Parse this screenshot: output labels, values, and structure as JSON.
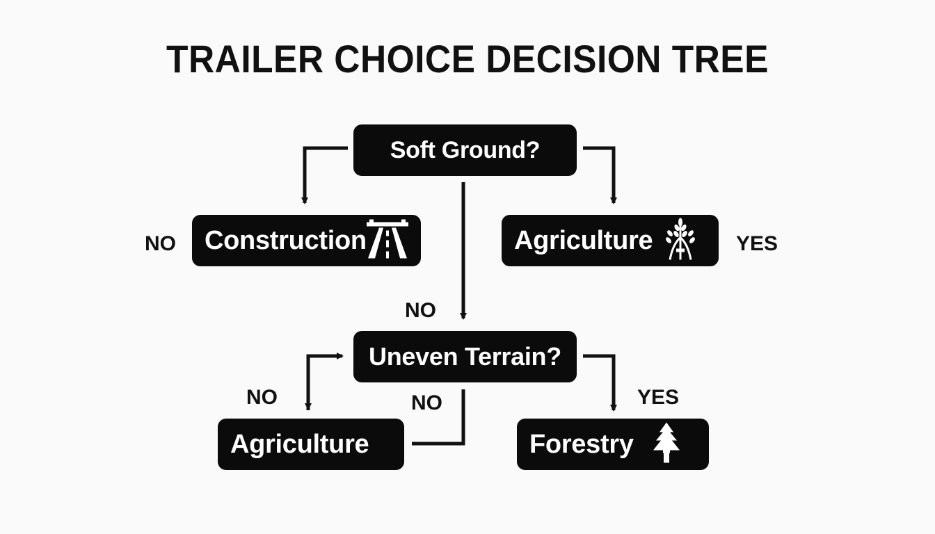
{
  "title": "TRAILER CHOICE DECISION TREE",
  "nodes": {
    "soft_ground": "Soft Ground?",
    "construction": "Construction",
    "agriculture_top": "Agriculture",
    "uneven_terrain": "Uneven Terrain?",
    "agriculture_bottom": "Agriculture",
    "forestry": "Forestry"
  },
  "edge_labels": {
    "no_construction": "NO",
    "yes_agriculture": "YES",
    "no_to_uneven": "NO",
    "no_agriculture_bottom": "NO",
    "no_loop": "NO",
    "yes_forestry": "YES"
  },
  "icons": {
    "construction": "road-icon",
    "agriculture": "wheat-icon",
    "forestry": "pine-tree-icon"
  },
  "colors": {
    "node_fill": "#0b0b0b",
    "node_text": "#ffffff",
    "line": "#111111",
    "background": "#fafafa"
  }
}
